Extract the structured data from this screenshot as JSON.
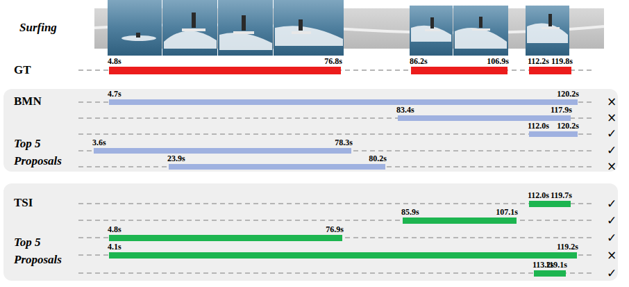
{
  "diagram": {
    "nodes": [
      {
        "text": [
          "4.8s",
          "76.8s"
        ]
      },
      {
        "text": [
          "86.2s",
          "106.9s"
        ]
      },
      {
        "text": [
          "112.2s",
          "119.8s"
        ]
      },
      {
        "text": [
          "BMN",
          "Top 5 Proposals"
        ]
      },
      {
        "text": [
          "4.7s",
          "120.2s"
        ],
        "in": 3
      },
      {
        "text": [
          "83.4s",
          "117.9s"
        ],
        "in": 3
      },
      {
        "text": [
          "112.0s",
          "120.2s"
        ],
        "in": 3
      },
      {
        "text": [
          "3.6s",
          "78.3s"
        ],
        "in": 3
      },
      {
        "text": [
          "23.9s",
          "80.2s"
        ],
        "in": 3
      },
      {
        "text": [
          "TSI",
          "Top 5 Proposals"
        ]
      },
      {
        "text": [
          "112.0s",
          "119.7s"
        ],
        "in": 9
      },
      {
        "text": [
          "85.9s",
          "107.1s"
        ],
        "in": 9
      },
      {
        "text": [
          "4.8s",
          "76.9s"
        ],
        "in": 9
      },
      {
        "text": [
          "4.1s",
          "119.2s"
        ],
        "in": 9
      },
      {
        "text": [
          "113.2s",
          "119.1s"
        ],
        "in": 9
      }
    ],
    "labels": [
      "Surfing",
      "GT",
      "×",
      "×",
      "✓",
      "✓",
      "×",
      "✓",
      "✓",
      "✓",
      "×",
      "✓"
    ]
  }
}
